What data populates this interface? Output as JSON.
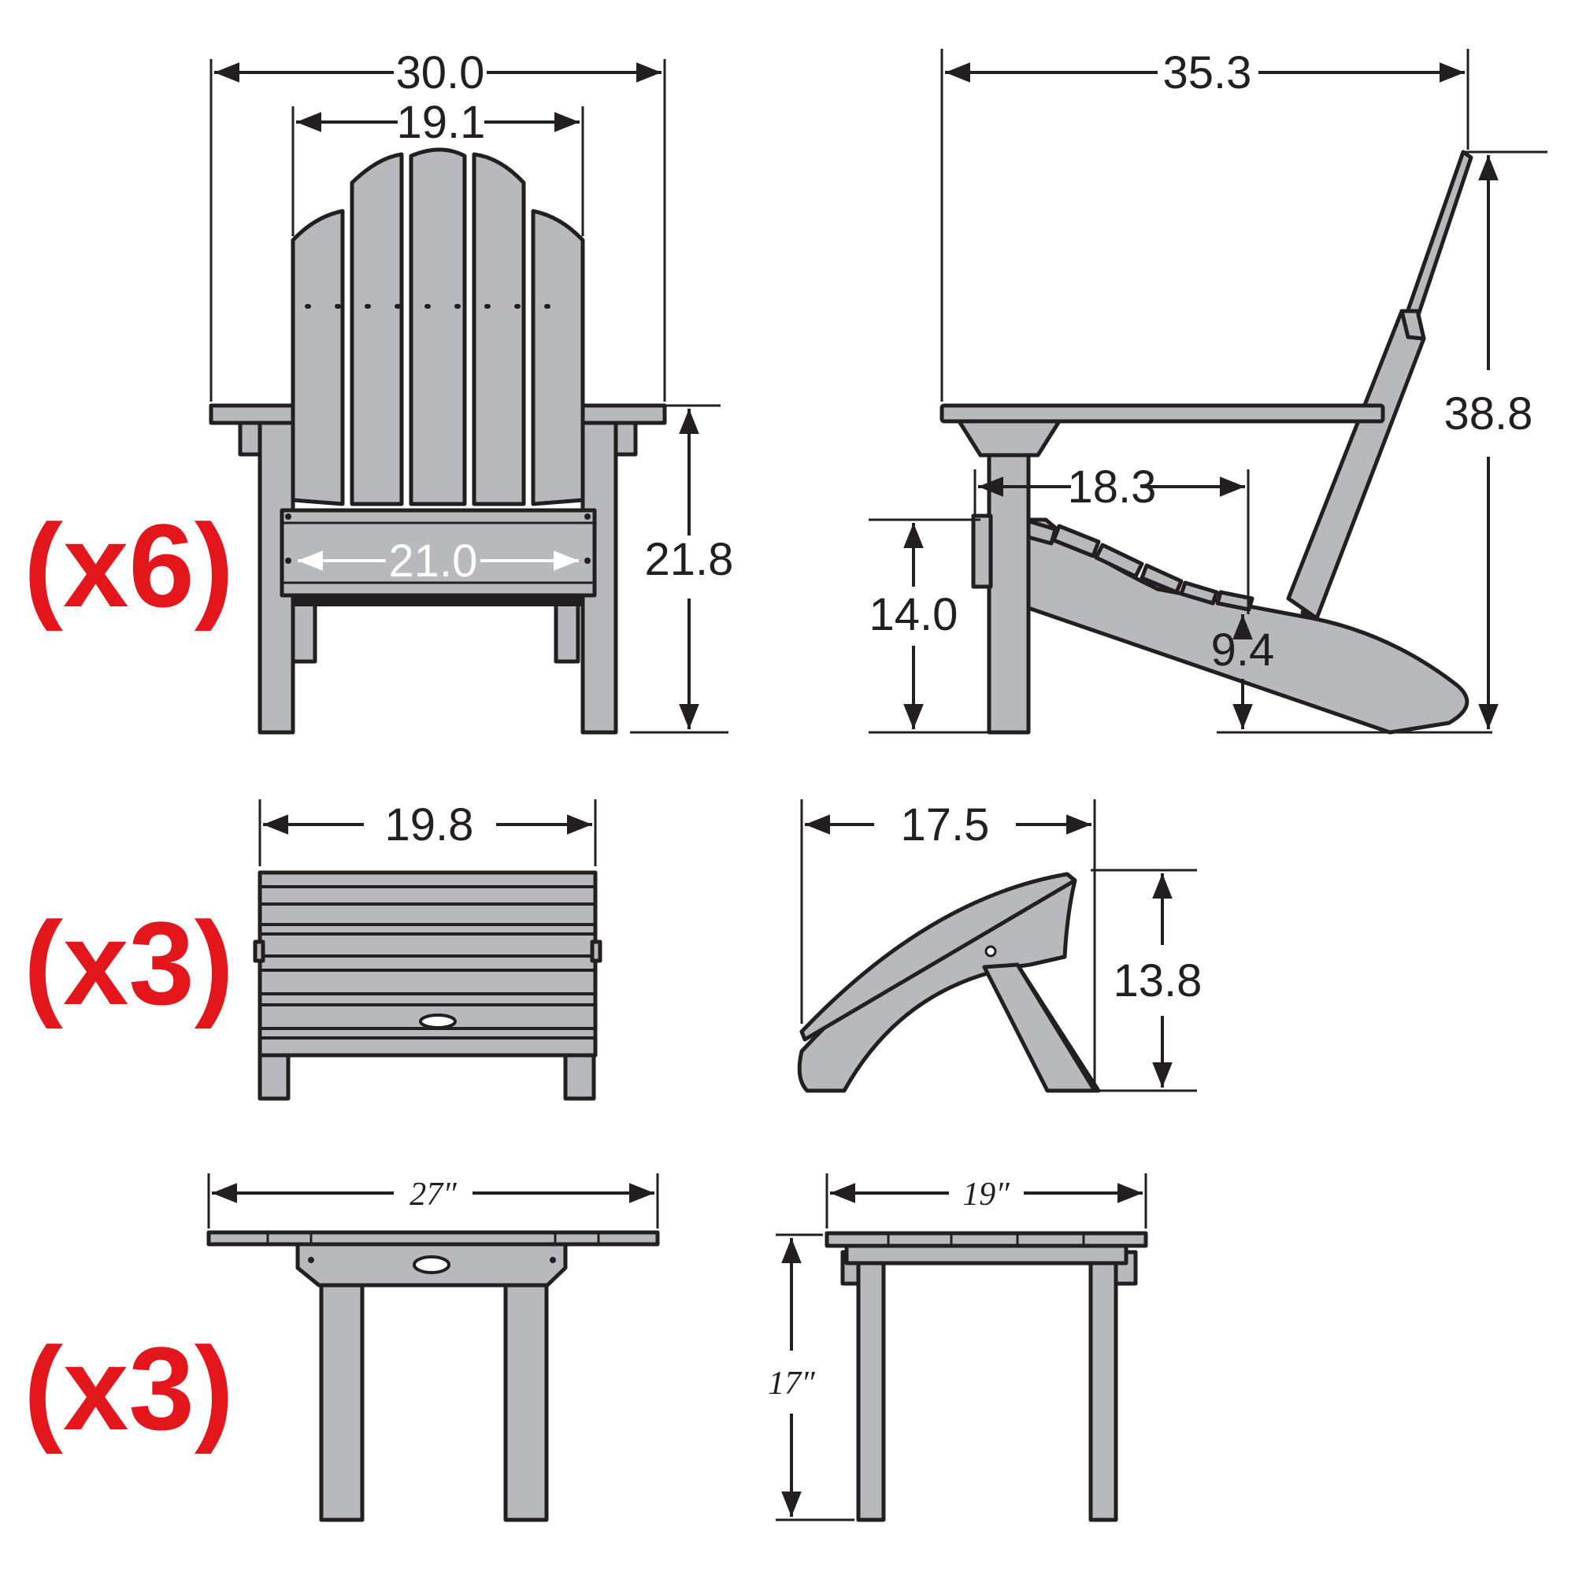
{
  "colors": {
    "accent": "#e3161b",
    "furniture_fill": "#b8b9bd",
    "outline": "#231f20"
  },
  "quantities": {
    "chair": "(x6)",
    "ottoman": "(x3)",
    "side_table": "(x3)"
  },
  "chair_front": {
    "overall_width": "30.0",
    "back_width": "19.1",
    "seat_width": "21.0",
    "arm_height": "21.8"
  },
  "chair_side": {
    "overall_depth": "35.3",
    "overall_height": "38.8",
    "seat_depth": "18.3",
    "seat_front_height": "14.0",
    "seat_rear_height": "9.4"
  },
  "ottoman": {
    "width": "19.8",
    "depth": "17.5",
    "height": "13.8"
  },
  "side_table": {
    "width": "27″",
    "depth": "19″",
    "height": "17″"
  }
}
